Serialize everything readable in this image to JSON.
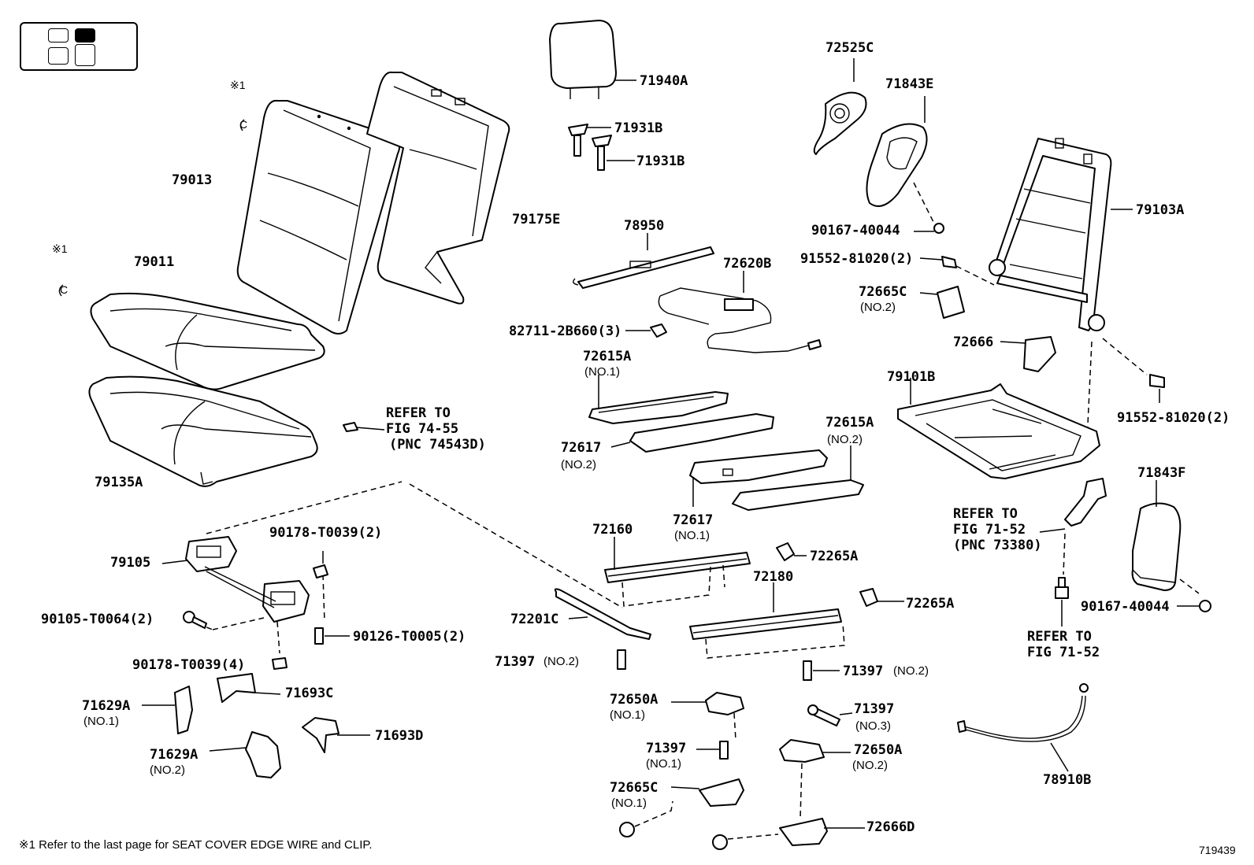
{
  "locator": {
    "cells": [
      {
        "name": "front-left",
        "active": false
      },
      {
        "name": "front-right",
        "active": true
      },
      {
        "name": "rear-left",
        "active": false
      },
      {
        "name": "rear-right",
        "active": false
      }
    ]
  },
  "marks": {
    "ref_mark": "※1",
    "clip_mark": "C"
  },
  "labels": {
    "p79013": "79013",
    "p79175E": "79175E",
    "p79011": "79011",
    "p79135A": "79135A",
    "refer_7455_a": "REFER TO",
    "refer_7455_b": "FIG 74-55",
    "refer_7455_c": "(PNC 74543D)",
    "p79105": "79105",
    "p90178a": "90178-T0039(2)",
    "p90105": "90105-T0064(2)",
    "p90126": "90126-T0005(2)",
    "p90178b": "90178-T0039(4)",
    "p71629A1": "71629A",
    "no1_71629A": "(NO.1)",
    "p71693C": "71693C",
    "p71629A2": "71629A",
    "no2_71629A": "(NO.2)",
    "p71693D": "71693D",
    "p71940A": "71940A",
    "p71931B1": "71931B",
    "p71931B2": "71931B",
    "p78950": "78950",
    "p72620B": "72620B",
    "p82711": "82711-2B660(3)",
    "p72615A1": "72615A",
    "no1_72615A": "(NO.1)",
    "p72617a": "72617",
    "no2_72617": "(NO.2)",
    "p72615A2": "72615A",
    "no2_72615A": "(NO.2)",
    "p72617b": "72617",
    "no1_72617": "(NO.1)",
    "p72160": "72160",
    "p72265A1": "72265A",
    "p72180": "72180",
    "p72265A2": "72265A",
    "p72201C": "72201C",
    "p71397a": "71397",
    "no2_71397a": "(NO.2)",
    "p71397b": "71397",
    "no2_71397b": "(NO.2)",
    "p72650A1": "72650A",
    "no1_72650A": "(NO.1)",
    "p71397c": "71397",
    "no3_71397": "(NO.3)",
    "p71397d": "71397",
    "no1_71397": "(NO.1)",
    "p72650A2": "72650A",
    "no2_72650A": "(NO.2)",
    "p72665C1": "72665C",
    "no1_72665C": "(NO.1)",
    "p72666D": "72666D",
    "p72525C": "72525C",
    "p71843E": "71843E",
    "p90167a": "90167-40044",
    "p91552a": "91552-81020(2)",
    "p72665C2": "72665C",
    "no2_72665C": "(NO.2)",
    "p79103A": "79103A",
    "p72666": "72666",
    "p79101B": "79101B",
    "p91552b": "91552-81020(2)",
    "refer_7152a_a": "REFER TO",
    "refer_7152a_b": "FIG 71-52",
    "refer_7152a_c": "(PNC 73380)",
    "p71843F": "71843F",
    "p90167b": "90167-40044",
    "refer_7152b_a": "REFER TO",
    "refer_7152b_b": "FIG 71-52",
    "p78910B": "78910B"
  },
  "footer": {
    "note": "※1  Refer to the last page for SEAT COVER EDGE WIRE and CLIP.",
    "figure_id": "719439"
  }
}
